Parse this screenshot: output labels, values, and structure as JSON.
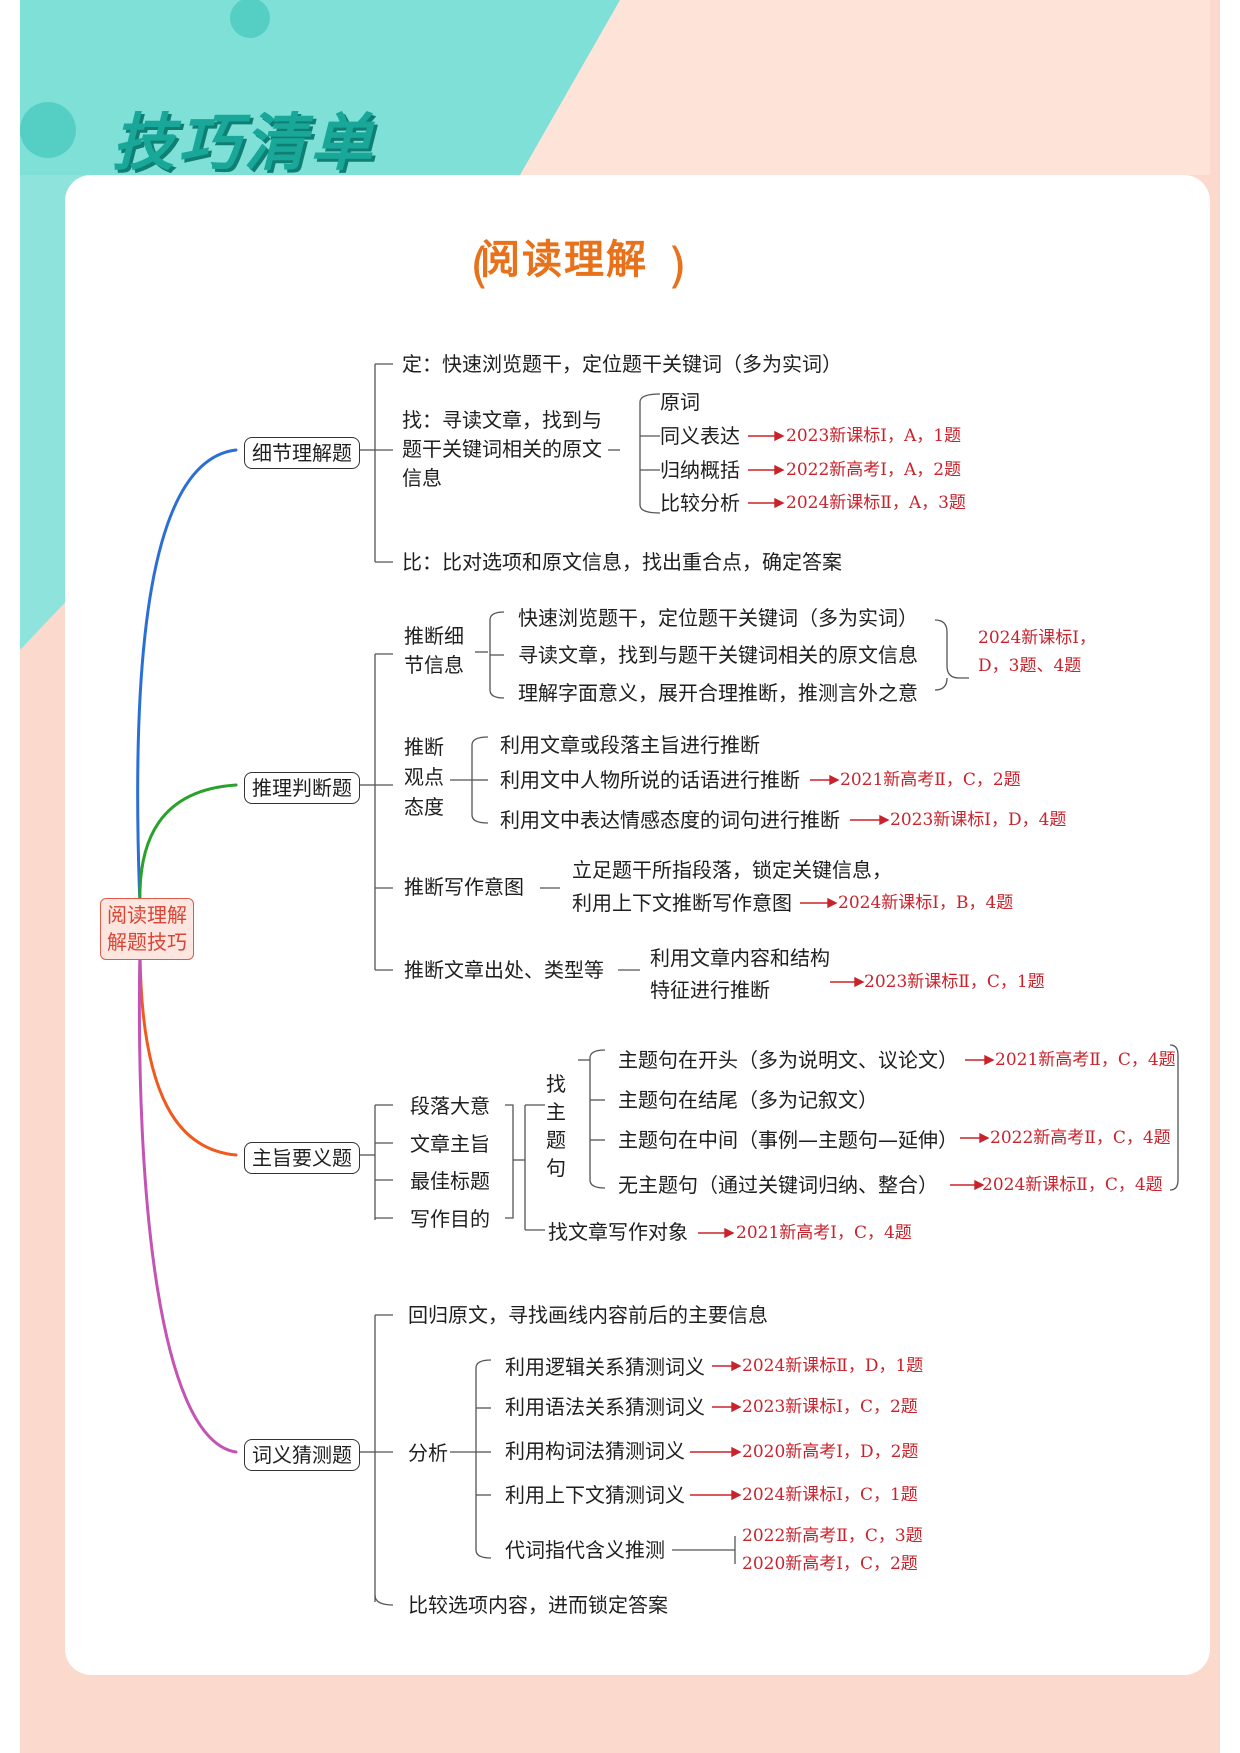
{
  "banner": "技巧清单",
  "title": "阅读理解",
  "root": {
    "line1": "阅读理解",
    "line2": "解题技巧"
  },
  "b1": {
    "label": "细节理解题",
    "ding": "定：快速浏览题干，定位题干关键词（多为实词）",
    "zhao_lines": [
      "找：寻读文章，找到与",
      "题干关键词相关的原文",
      "信息"
    ],
    "subs": [
      "原词",
      "同义表达",
      "归纳概括",
      "比较分析"
    ],
    "refs": [
      "2023新课标Ⅰ，A，1题",
      "2022新高考Ⅰ，A，2题",
      "2024新课标Ⅱ，A，3题"
    ],
    "bi": "比：比对选项和原文信息，找出重合点，确定答案"
  },
  "b2": {
    "label": "推理判断题",
    "s1": {
      "lines": [
        "推断细",
        "节信息"
      ],
      "items": [
        "快速浏览题干，定位题干关键词（多为实词）",
        "寻读文章，找到与题干关键词相关的原文信息",
        "理解字面意义，展开合理推断，推测言外之意"
      ],
      "ref1": "2024新课标Ⅰ，",
      "ref2": "D，3题、4题"
    },
    "s2": {
      "lines": [
        "推断",
        "观点",
        "态度"
      ],
      "items": [
        "利用文章或段落主旨进行推断",
        "利用文中人物所说的话语进行推断",
        "利用文中表达情感态度的词句进行推断"
      ],
      "refs": [
        "2021新高考Ⅱ，C，2题",
        "2023新课标Ⅰ，D，4题"
      ]
    },
    "s3": {
      "label": "推断写作意图",
      "line1": "立足题干所指段落，锁定关键信息，",
      "line2": "利用上下文推断写作意图",
      "ref": "2024新课标Ⅰ，B，4题"
    },
    "s4": {
      "label": "推断文章出处、类型等",
      "line1": "利用文章内容和结构",
      "line2": "特征进行推断",
      "ref": "2023新课标Ⅱ，C，1题"
    }
  },
  "b3": {
    "label": "主旨要义题",
    "types": [
      "段落大意",
      "文章主旨",
      "最佳标题",
      "写作目的"
    ],
    "zhao": [
      "找",
      "主",
      "题",
      "句"
    ],
    "items": [
      "主题句在开头（多为说明文、议论文）",
      "主题句在结尾（多为记叙文）",
      "主题句在中间（事例—主题句—延伸）",
      "无主题句（通过关键词归纳、整合）"
    ],
    "refs": [
      "2021新高考Ⅱ，C，4题",
      "2022新高考Ⅱ，C，4题",
      "2024新课标Ⅱ，C，4题"
    ],
    "duixiang": "找文章写作对象",
    "duixiang_ref": "2021新高考Ⅰ，C，4题"
  },
  "b4": {
    "label": "词义猜测题",
    "top": "回归原文，寻找画线内容前后的主要信息",
    "fenxi": "分析",
    "items": [
      "利用逻辑关系猜测词义",
      "利用语法关系猜测词义",
      "利用构词法猜测词义",
      "利用上下文猜测词义",
      "代词指代含义推测"
    ],
    "refs": [
      "2024新课标Ⅱ，D，1题",
      "2023新课标Ⅰ，C，2题",
      "2020新高考Ⅰ，D，2题",
      "2024新课标Ⅰ，C，1题",
      "2022新高考Ⅱ，C，3题",
      "2020新高考Ⅰ，C，2题"
    ],
    "bottom": "比较选项内容，进而锁定答案"
  }
}
